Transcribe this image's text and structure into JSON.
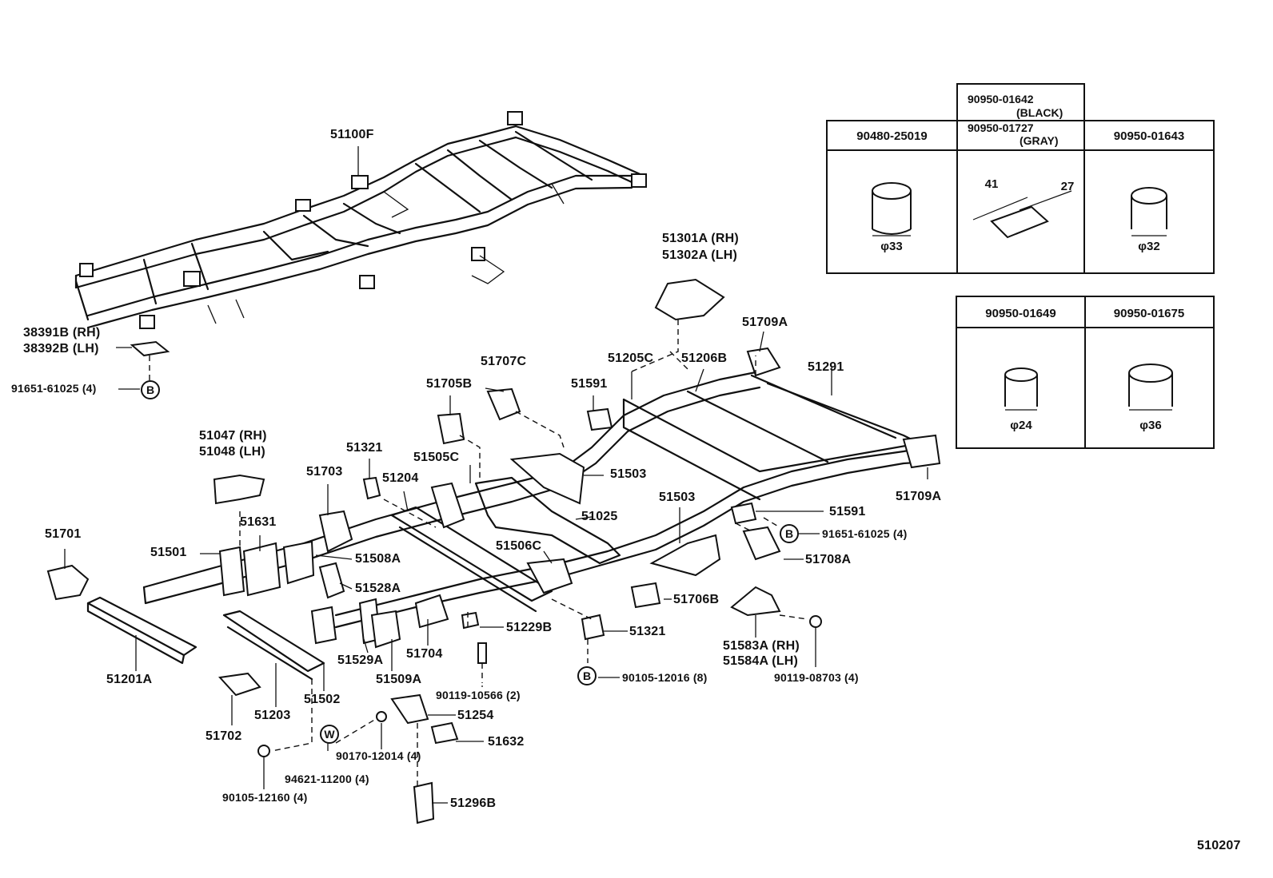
{
  "parts": {
    "p51100F": "51100F",
    "p38391B": "38391B (RH)",
    "p38392B": "38392B (LH)",
    "p91651a": "91651-61025 (4)",
    "p51047": "51047 (RH)",
    "p51048": "51048 (LH)",
    "p51701": "51701",
    "p51631": "51631",
    "p51501": "51501",
    "p51703": "51703",
    "p51321a": "51321",
    "p51204": "51204",
    "p51508A": "51508A",
    "p51528A": "51528A",
    "p51705B": "51705B",
    "p51707C": "51707C",
    "p51505C": "51505C",
    "p51591a": "51591",
    "p51205C": "51205C",
    "p51206B": "51206B",
    "p51291": "51291",
    "p51709Aa": "51709A",
    "p51709Ab": "51709A",
    "p51301A": "51301A (RH)",
    "p51302A": "51302A (LH)",
    "p51503a": "51503",
    "p51503b": "51503",
    "p51025": "51025",
    "p51591b": "51591",
    "p91651b": "91651-61025 (4)",
    "p51708A": "51708A",
    "p51506C": "51506C",
    "p51706B": "51706B",
    "p51229B": "51229B",
    "p51321b": "51321",
    "p51583A": "51583A (RH)",
    "p51584A": "51584A (LH)",
    "p90119b": "90119-08703 (4)",
    "p90105a": "90105-12016 (8)",
    "p51201A": "51201A",
    "p51203": "51203",
    "p51502": "51502",
    "p51529A": "51529A",
    "p51509A": "51509A",
    "p51704": "51704",
    "p90119a": "90119-10566 (2)",
    "p51254": "51254",
    "p51632": "51632",
    "p51702": "51702",
    "p90170": "90170-12014 (4)",
    "p94621": "94621-11200 (4)",
    "p90105b": "90105-12160 (4)",
    "p51296B": "51296B",
    "diagram_code": "510207"
  },
  "markers": {
    "B": "B",
    "W": "W"
  },
  "plug_table_top": {
    "headers": [
      "90480-25019",
      "90950-01642\n(BLACK)\n90950-01727\n(GRAY)",
      "90950-01643"
    ],
    "h1": "90480-25019",
    "h2a": "90950-01642",
    "h2b": "(BLACK)",
    "h2c": "90950-01727",
    "h2d": "(GRAY)",
    "h3": "90950-01643",
    "d1": "φ33",
    "d2a": "41",
    "d2b": "27",
    "d3": "φ32"
  },
  "plug_table_bottom": {
    "h1": "90950-01649",
    "h2": "90950-01675",
    "d1": "φ24",
    "d2": "φ36"
  }
}
